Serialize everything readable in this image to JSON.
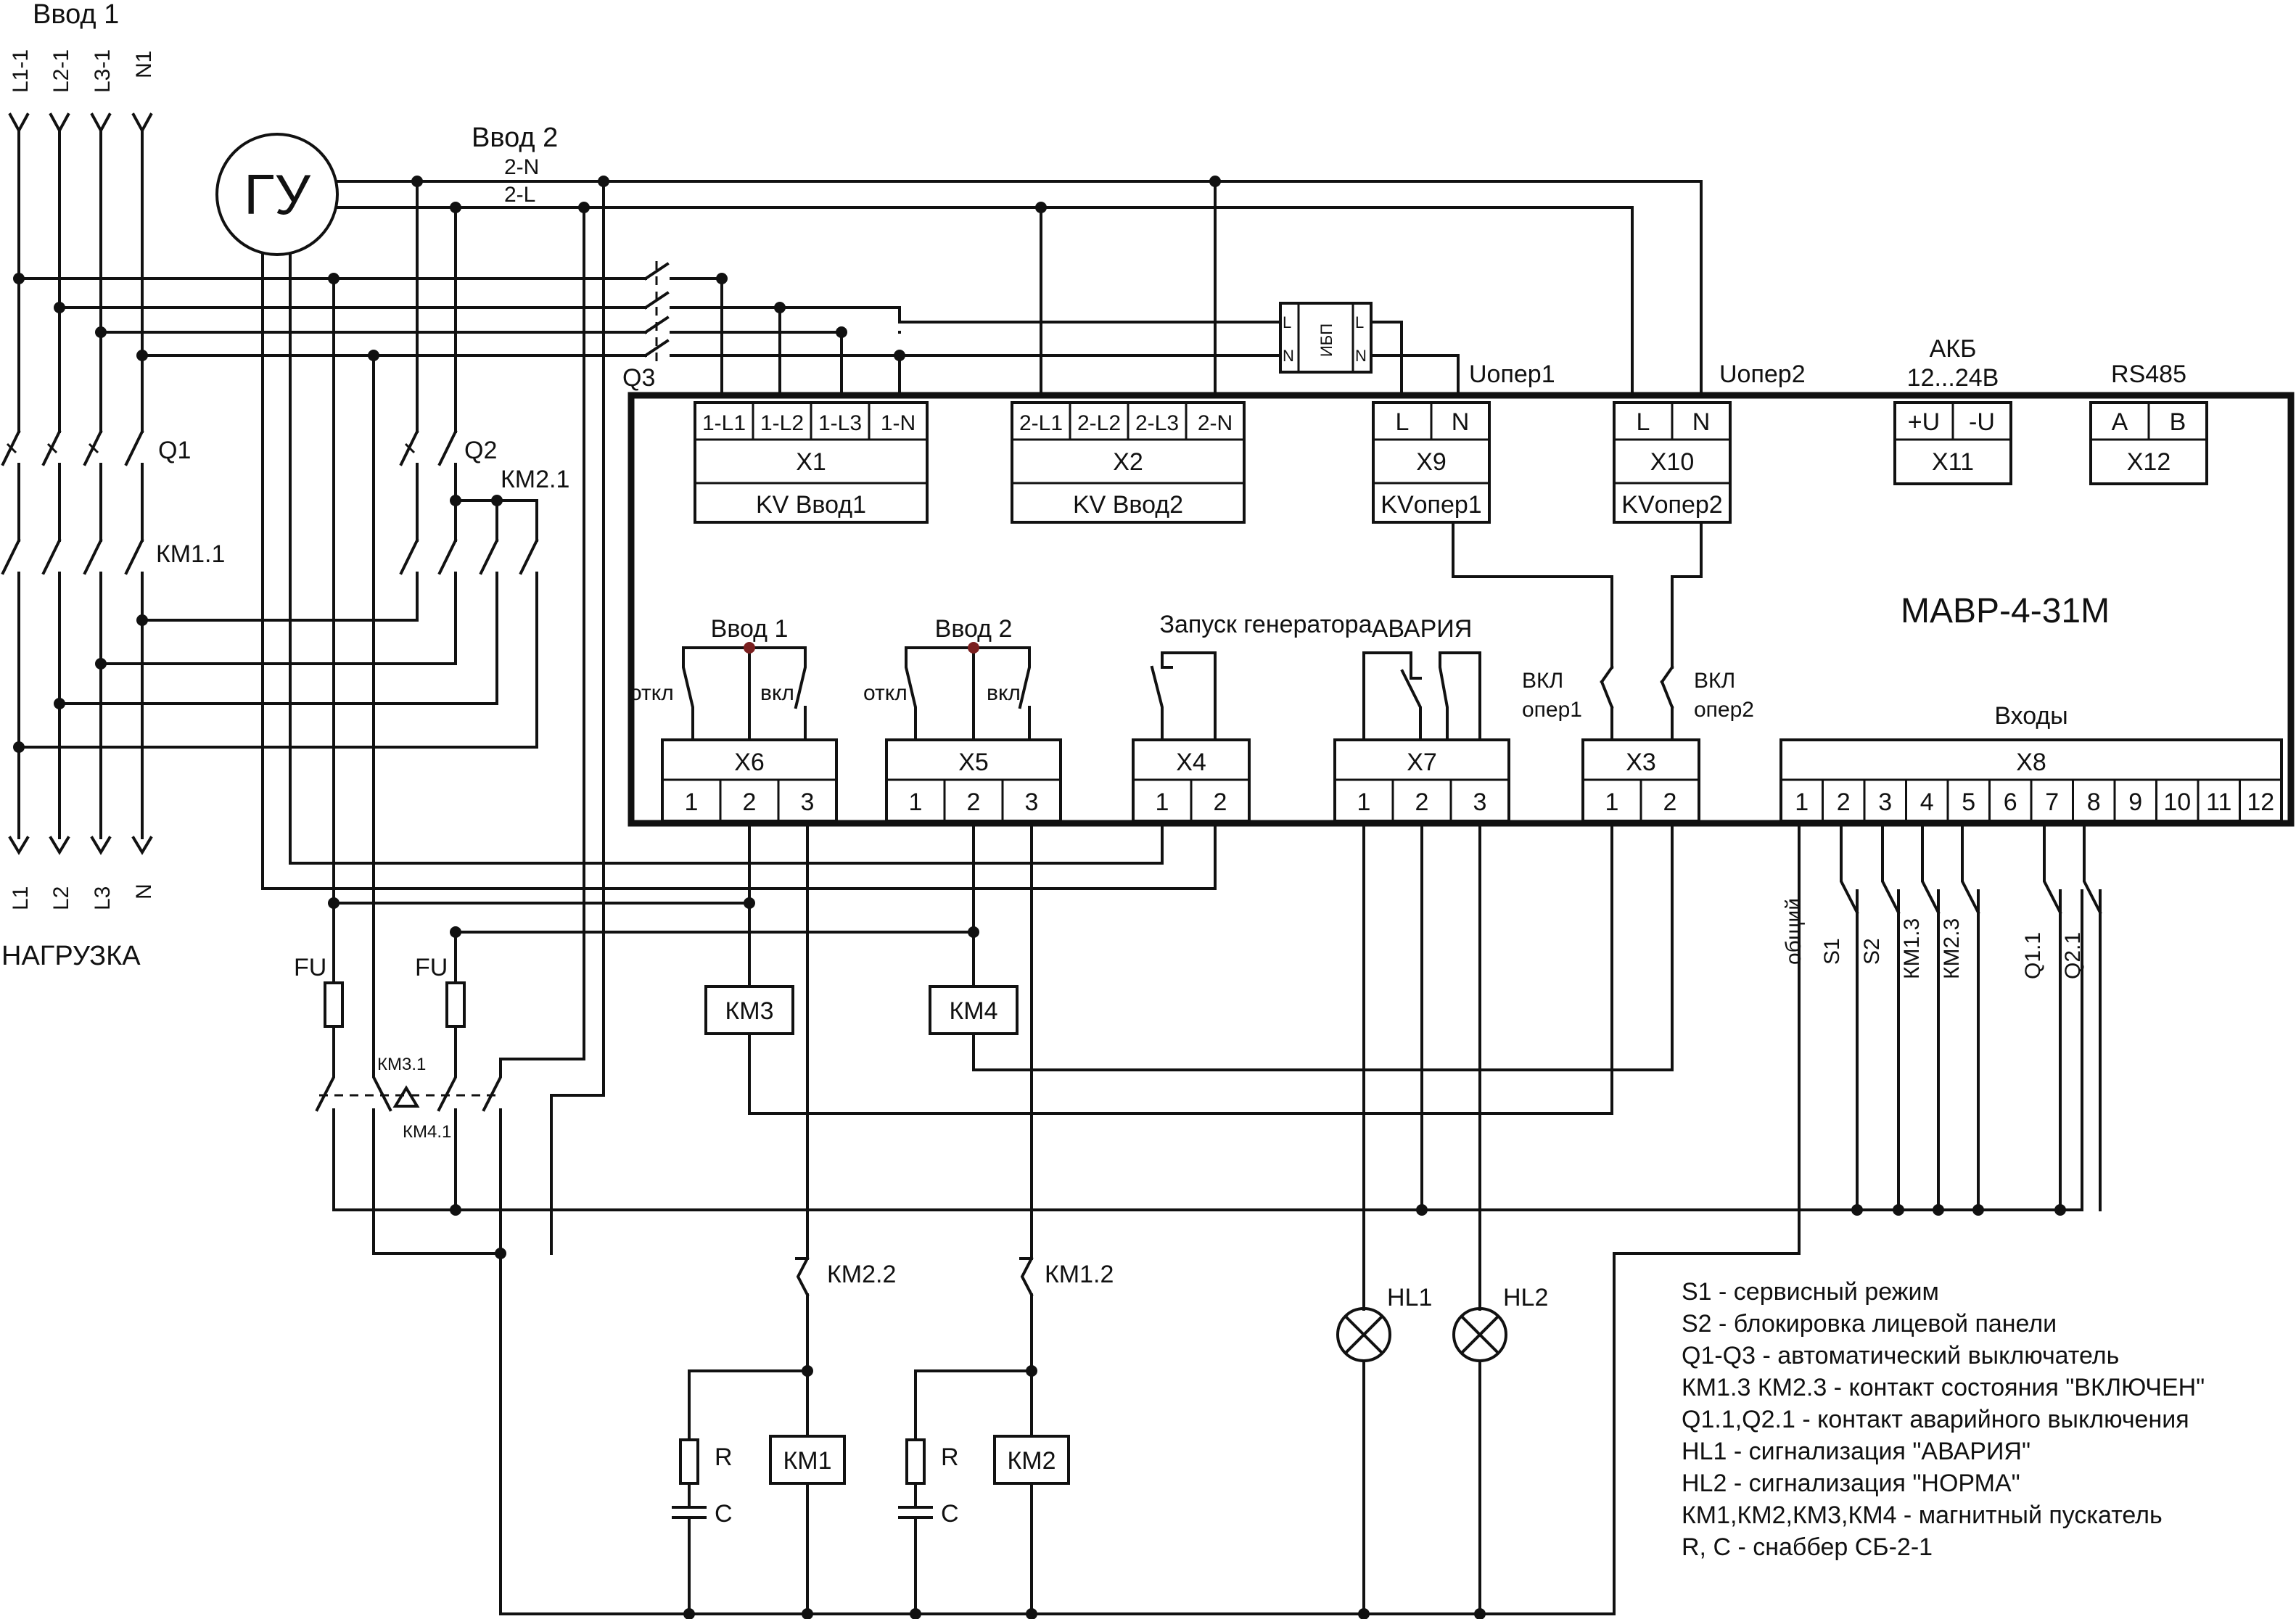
{
  "inputs": {
    "input1_title": "Ввод 1",
    "input1_lines": [
      "L1-1",
      "L2-1",
      "L3-1",
      "N1"
    ],
    "input2_title": "Ввод 2",
    "input2_lines": [
      "2-N",
      "2-L"
    ],
    "generator": "ГУ"
  },
  "load": {
    "title": "НАГРУЗКА",
    "lines": [
      "L1",
      "L2",
      "L3",
      "N"
    ]
  },
  "switches": {
    "q1": "Q1",
    "q2": "Q2",
    "q3": "Q3",
    "km1_1": "КМ1.1",
    "km2_1": "КМ2.1",
    "km3_1": "КМ3.1",
    "km4_1": "КМ4.1",
    "km1_2": "КМ1.2",
    "km2_2": "КМ2.2"
  },
  "fuses": {
    "fu_left": "FU",
    "fu_right": "FU"
  },
  "ups": {
    "name": "ИБП",
    "l": "L",
    "n": "N"
  },
  "module": {
    "name": "МАВР-4-31М",
    "x1": {
      "pins": [
        "1-L1",
        "1-L2",
        "1-L3",
        "1-N"
      ],
      "name": "X1",
      "sub": "KV Ввод1"
    },
    "x2": {
      "pins": [
        "2-L1",
        "2-L2",
        "2-L3",
        "2-N"
      ],
      "name": "X2",
      "sub": "KV Ввод2"
    },
    "x9": {
      "pins": [
        "L",
        "N"
      ],
      "name": "X9",
      "sub": "KVопер1",
      "supply": "Uопер1"
    },
    "x10": {
      "pins": [
        "L",
        "N"
      ],
      "name": "X10",
      "sub": "KVопер2",
      "supply": "Uопер2"
    },
    "x11": {
      "pins": [
        "+U",
        "-U"
      ],
      "name": "X11",
      "title1": "АКБ",
      "title2": "12...24В"
    },
    "x12": {
      "pins": [
        "A",
        "B"
      ],
      "name": "X12",
      "title": "RS485"
    },
    "x6": {
      "name": "X6",
      "pins": [
        "1",
        "2",
        "3"
      ],
      "title": "Ввод 1",
      "off": "откл",
      "on": "вкл"
    },
    "x5": {
      "name": "X5",
      "pins": [
        "1",
        "2",
        "3"
      ],
      "title": "Ввод 2",
      "off": "откл",
      "on": "вкл"
    },
    "x4": {
      "name": "X4",
      "pins": [
        "1",
        "2"
      ],
      "title": "Запуск генератора"
    },
    "x7": {
      "name": "X7",
      "pins": [
        "1",
        "2",
        "3"
      ],
      "title": "АВАРИЯ"
    },
    "x3": {
      "name": "X3",
      "pins": [
        "1",
        "2"
      ],
      "on1a": "ВКЛ",
      "on1b": "опер1",
      "on2a": "ВКЛ",
      "on2b": "опер2"
    },
    "x8": {
      "name": "X8",
      "title": "Входы",
      "pins": [
        "1",
        "2",
        "3",
        "4",
        "5",
        "6",
        "7",
        "8",
        "9",
        "10",
        "11",
        "12"
      ]
    }
  },
  "inputs_x8": {
    "common": "общий",
    "s1": "S1",
    "s2": "S2",
    "km1_3": "КМ1.3",
    "km2_3": "КМ2.3",
    "q1_1": "Q1.1",
    "q2_1": "Q2.1"
  },
  "coils": {
    "km1": "КМ1",
    "km2": "КМ2",
    "km3": "КМ3",
    "km4": "КМ4"
  },
  "lamps": {
    "hl1": "HL1",
    "hl2": "HL2"
  },
  "snubbers": {
    "r": "R",
    "c": "C"
  },
  "legend": [
    "S1 - сервисный режим",
    "S2 - блокировка лицевой панели",
    "Q1-Q3 - автоматический выключатель",
    "КМ1.3 КМ2.3 - контакт состояния \"ВКЛЮЧЕН\"",
    "Q1.1,Q2.1 - контакт аварийного выключения",
    "HL1 - сигнализация \"АВАРИЯ\"",
    "HL2 - сигнализация \"НОРМА\"",
    "КМ1,КМ2,КМ3,КМ4 - магнитный пускатель",
    "R, C - снаббер СБ-2-1"
  ]
}
